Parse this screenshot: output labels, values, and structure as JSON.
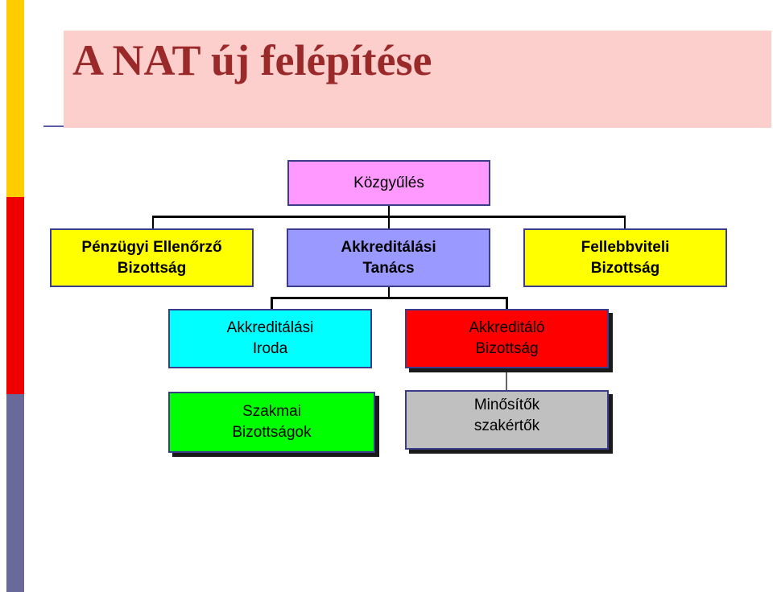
{
  "slide": {
    "title": "A NAT új felépítése",
    "colors": {
      "stripe_top": "#ffcc00",
      "stripe_middle": "#ee0000",
      "stripe_bottom": "#6a6a9a",
      "title_band": "#fccfcd",
      "title_text": "#9a2a2a"
    }
  },
  "org_chart": {
    "root": {
      "label": "Közgyűlés",
      "color": "#ff99ff"
    },
    "level2": [
      {
        "label": "Pénzügyi Ellenőrző\nBizottság",
        "color": "#ffff00"
      },
      {
        "label": "Akkreditálási\nTanács",
        "color": "#9999ff"
      },
      {
        "label": "Fellebbviteli\nBizottság",
        "color": "#ffff00"
      }
    ],
    "level3": [
      {
        "label": "Akkreditálási\nIroda",
        "color": "#00ffff"
      },
      {
        "label": "Akkreditáló\nBizottság",
        "color": "#ff0000"
      }
    ],
    "level4": [
      {
        "label": "Szakmai\nBizottságok",
        "color": "#00ff00"
      },
      {
        "label": "Minősítők\nszakértők",
        "color": "#c0c0c0"
      }
    ]
  }
}
